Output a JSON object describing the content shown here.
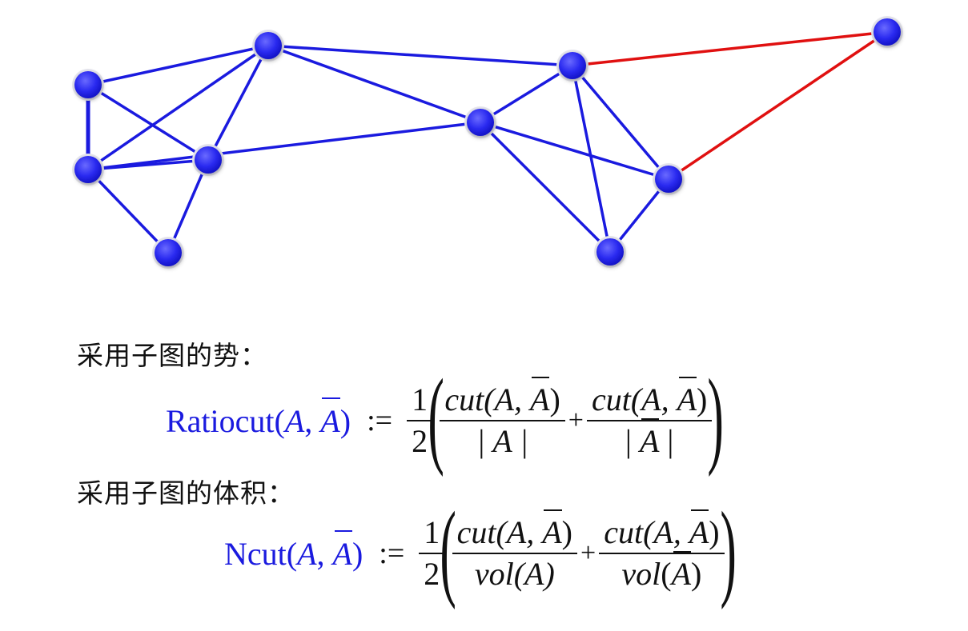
{
  "graph": {
    "nodes": [
      {
        "id": "n1"
      },
      {
        "id": "n2"
      },
      {
        "id": "n3"
      },
      {
        "id": "n4"
      },
      {
        "id": "n5"
      },
      {
        "id": "n6"
      },
      {
        "id": "n7"
      },
      {
        "id": "n8"
      },
      {
        "id": "n9"
      },
      {
        "id": "n10"
      }
    ],
    "edges": [
      {
        "from": "n1",
        "to": "n2",
        "color": "#1a1adf"
      },
      {
        "from": "n1",
        "to": "n3",
        "color": "#1a1adf"
      },
      {
        "from": "n1",
        "to": "n4",
        "color": "#1a1adf"
      },
      {
        "from": "n3",
        "to": "n4",
        "color": "#1a1adf"
      },
      {
        "from": "n2",
        "to": "n3",
        "color": "#1a1adf"
      },
      {
        "from": "n2",
        "to": "n4",
        "color": "#1a1adf"
      },
      {
        "from": "n3",
        "to": "n5",
        "color": "#1a1adf"
      },
      {
        "from": "n4",
        "to": "n5",
        "color": "#1a1adf"
      },
      {
        "from": "n2",
        "to": "n7",
        "color": "#1a1adf"
      },
      {
        "from": "n2",
        "to": "n6",
        "color": "#1a1adf"
      },
      {
        "from": "n4",
        "to": "n6",
        "color": "#1a1adf"
      },
      {
        "from": "n6",
        "to": "n7",
        "color": "#1a1adf"
      },
      {
        "from": "n6",
        "to": "n9",
        "color": "#1a1adf"
      },
      {
        "from": "n6",
        "to": "n10",
        "color": "#1a1adf"
      },
      {
        "from": "n7",
        "to": "n9",
        "color": "#1a1adf"
      },
      {
        "from": "n7",
        "to": "n10",
        "color": "#1a1adf"
      },
      {
        "from": "n9",
        "to": "n10",
        "color": "#1a1adf"
      },
      {
        "from": "n7",
        "to": "n8",
        "color": "#e01010"
      },
      {
        "from": "n8",
        "to": "n9",
        "color": "#e01010"
      }
    ],
    "node_color": "#2a2af0"
  },
  "labels": {
    "cardinality": "采用子图的势：",
    "volume": "采用子图的体积："
  },
  "ratiocut": {
    "name": "Ratiocut",
    "lhs_open": "(",
    "lhs_A": "A",
    "lhs_comma": ", ",
    "lhs_Abar": "A",
    "lhs_close": ")",
    "assign": ":=",
    "half_num": "1",
    "half_den": "2",
    "num1_f": "cut",
    "num1_args_open": "(A, ",
    "num1_abar": "A",
    "num1_close": ")",
    "den1": "| A |",
    "plus": "+",
    "num2_f": "cut",
    "num2_args_open": "(A, ",
    "num2_abar": "A",
    "num2_close": ")",
    "den2_l": "| ",
    "den2_abar": "A",
    "den2_r": " |"
  },
  "ncut": {
    "name": "Ncut",
    "lhs_open": "(",
    "lhs_A": "A",
    "lhs_comma": ", ",
    "lhs_Abar": "A",
    "lhs_close": ")",
    "assign": ":=",
    "half_num": "1",
    "half_den": "2",
    "num1_f": "cut",
    "num1_args_open": "(A, ",
    "num1_abar": "A",
    "num1_close": ")",
    "den1_f": "vol",
    "den1_args": "(A)",
    "plus": "+",
    "num2_f": "cut",
    "num2_args_open": "(A, ",
    "num2_abar": "A",
    "num2_close": ")",
    "den2_f": "vol",
    "den2_open": "(",
    "den2_abar": "A",
    "den2_close": ")"
  }
}
